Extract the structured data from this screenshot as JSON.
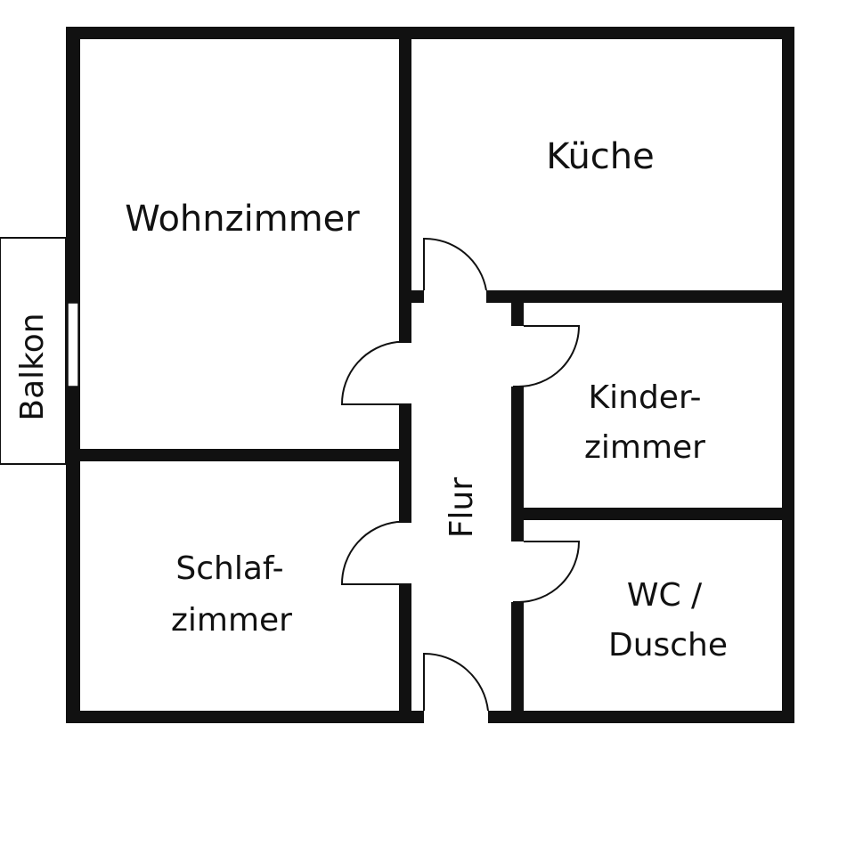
{
  "colors": {
    "wall": "#111111",
    "background": "#ffffff"
  },
  "rooms": {
    "wohnzimmer": {
      "name": "Wohnzimmer"
    },
    "kueche": {
      "name": "Küche"
    },
    "kinderzimmer": {
      "line1": "Kinder-",
      "line2": "zimmer"
    },
    "schlafzimmer": {
      "line1": "Schlaf-",
      "line2": "zimmer"
    },
    "wc": {
      "line1": "WC /",
      "line2": "Dusche"
    },
    "flur": {
      "name": "Flur"
    },
    "balkon": {
      "name": "Balkon"
    }
  }
}
